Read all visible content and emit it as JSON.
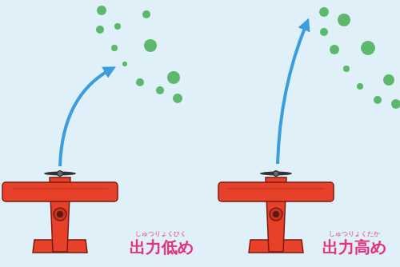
{
  "diagram": {
    "labels": [
      "しゅつりょくひく",
      "出力低め",
      "しゅつりょくたか",
      "出力高め"
    ]
  }
}
